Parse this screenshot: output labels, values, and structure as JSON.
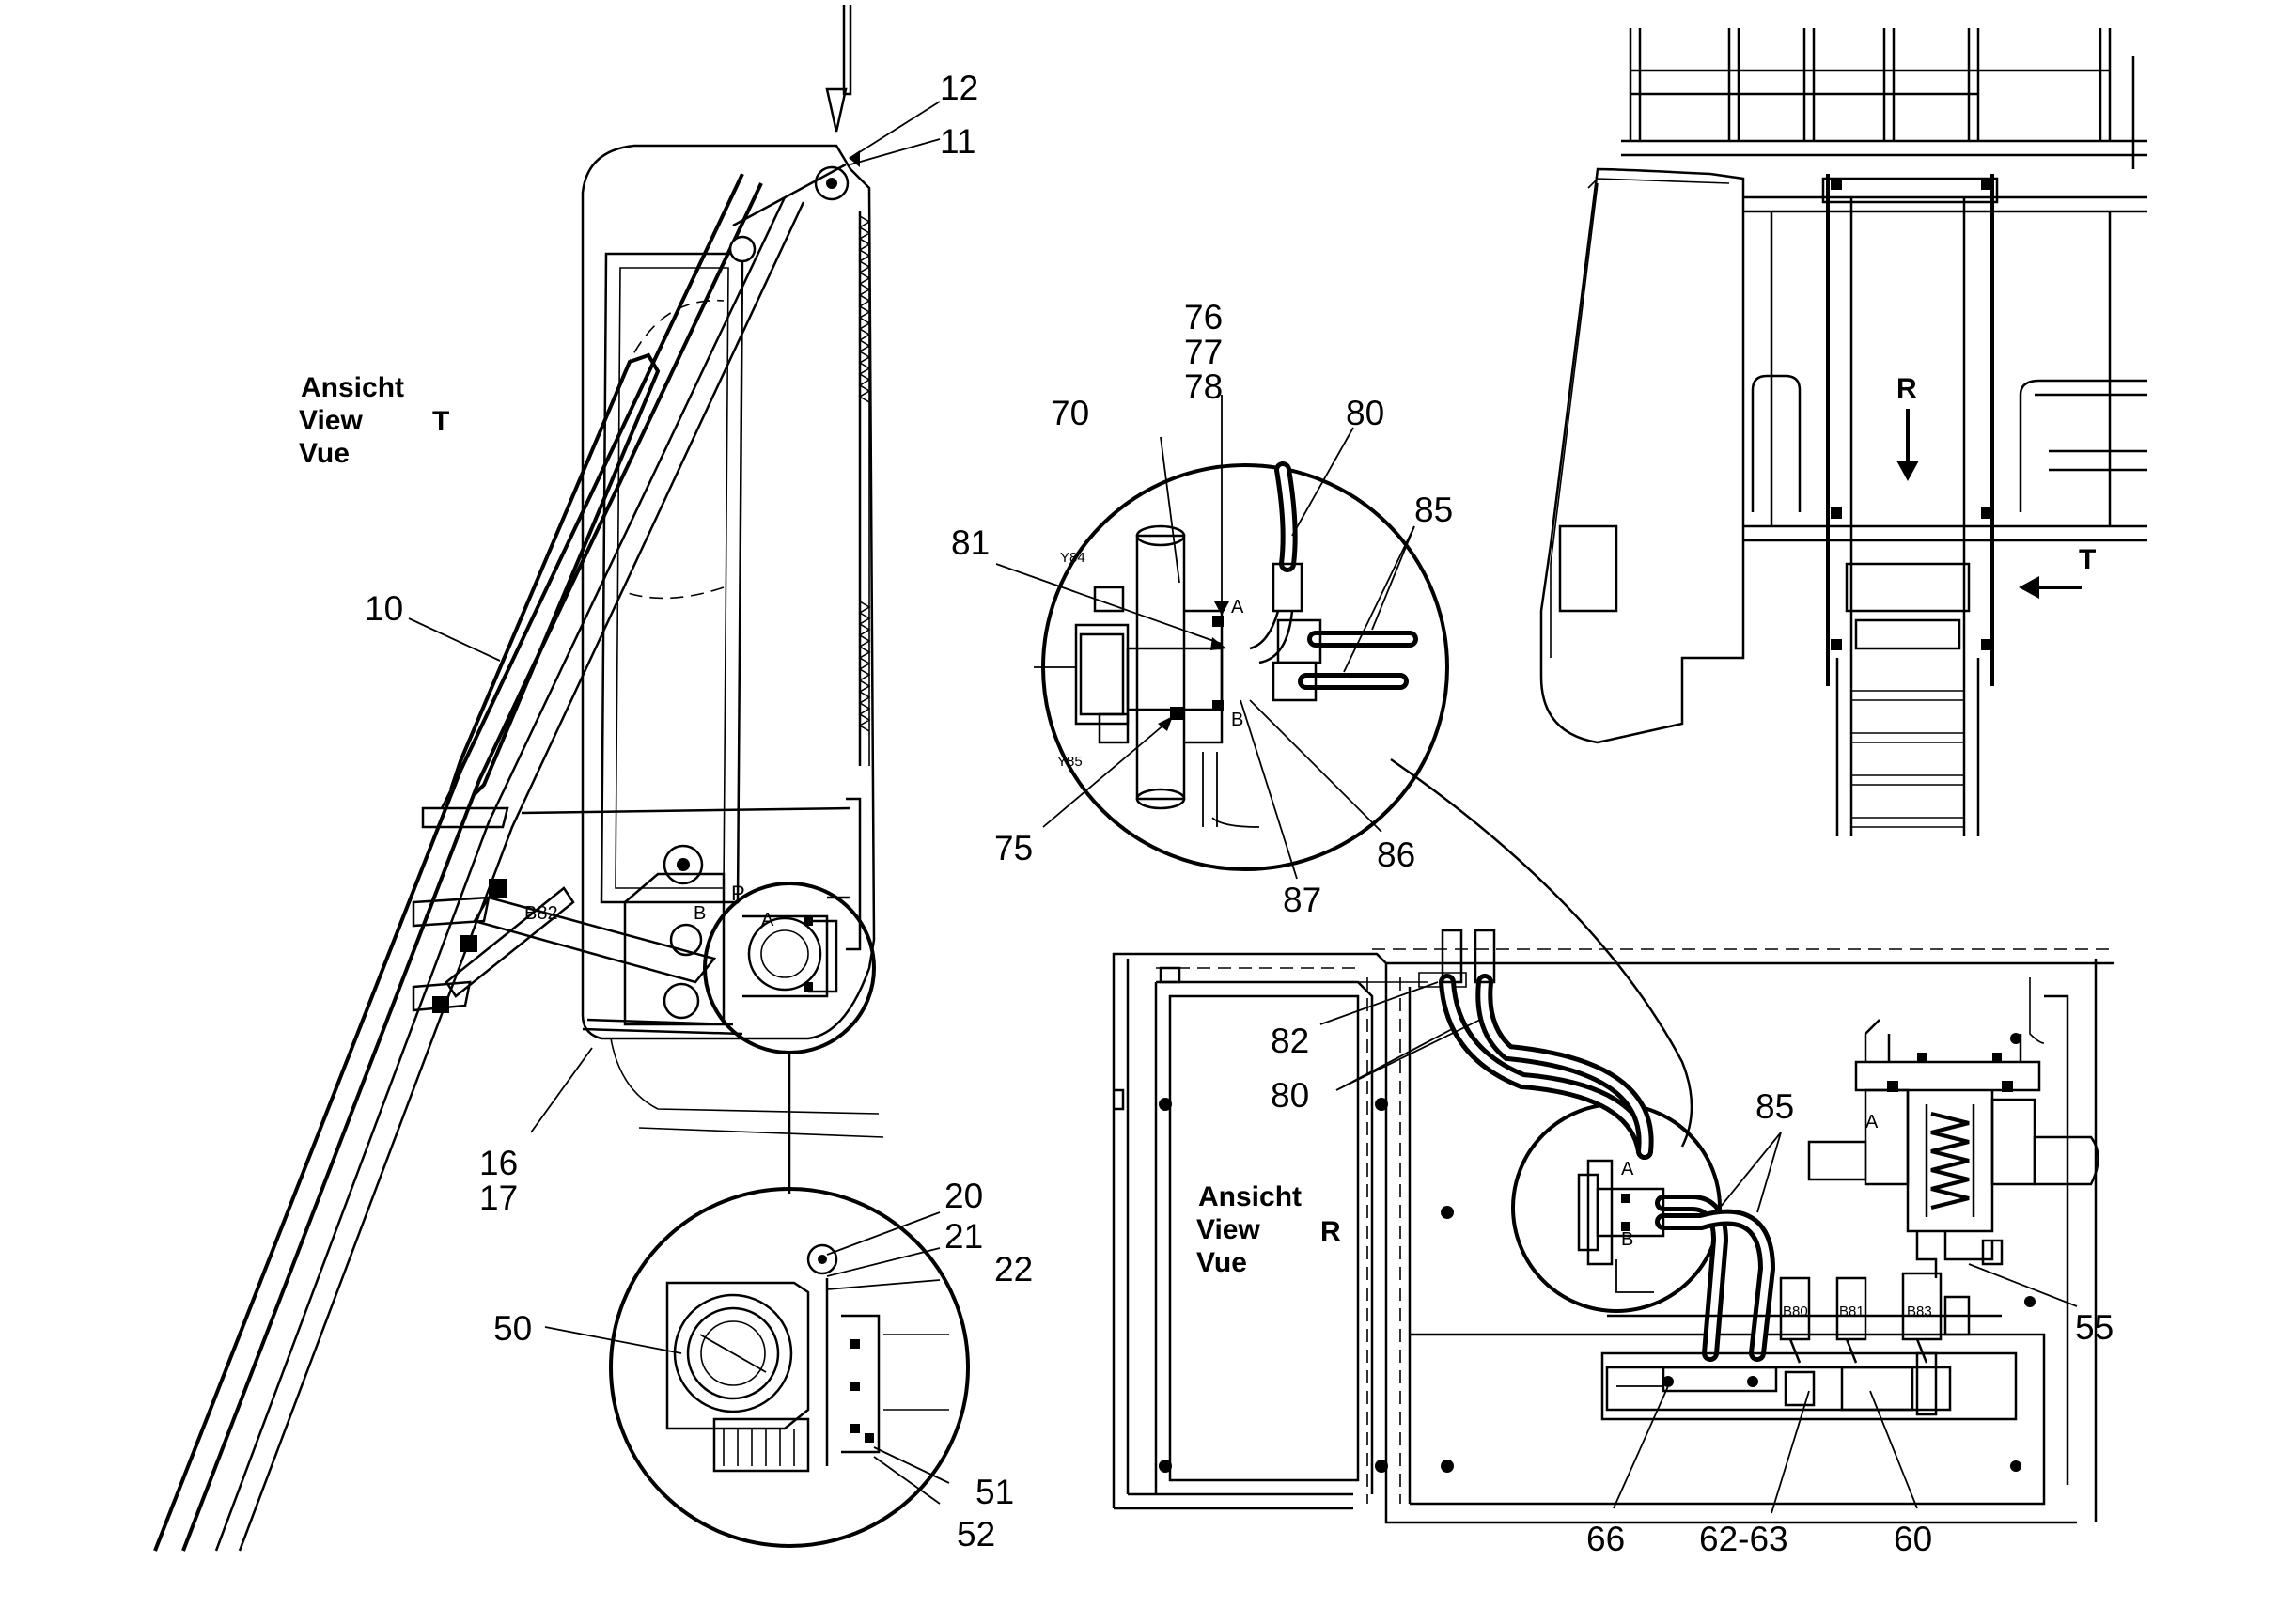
{
  "views": {
    "view_t": {
      "line1": "Ansicht",
      "line2": "View",
      "line3": "Vue",
      "letter": "T"
    },
    "view_r": {
      "line1": "Ansicht",
      "line2": "View",
      "line3": "Vue",
      "letter": "R"
    }
  },
  "arrows": {
    "r": "R",
    "t": "T"
  },
  "ports": {
    "p": "P",
    "a": "A",
    "b": "B"
  },
  "sensors": {
    "b82": "B82",
    "y84": "Y84",
    "y85": "Y85",
    "b80": "B80",
    "b81": "B81",
    "b83": "B83"
  },
  "callouts": {
    "c10": "10",
    "c11": "11",
    "c12": "12",
    "c16": "16",
    "c17": "17",
    "c20": "20",
    "c21": "21",
    "c22": "22",
    "c50": "50",
    "c51": "51",
    "c52": "52",
    "c55": "55",
    "c60": "60",
    "c62_63": "62-63",
    "c66": "66",
    "c70": "70",
    "c75": "75",
    "c76": "76",
    "c77": "77",
    "c78": "78",
    "c80_top": "80",
    "c80_bottom": "80",
    "c81": "81",
    "c82": "82",
    "c85_top": "85",
    "c85_bottom": "85",
    "c86": "86",
    "c87": "87"
  }
}
